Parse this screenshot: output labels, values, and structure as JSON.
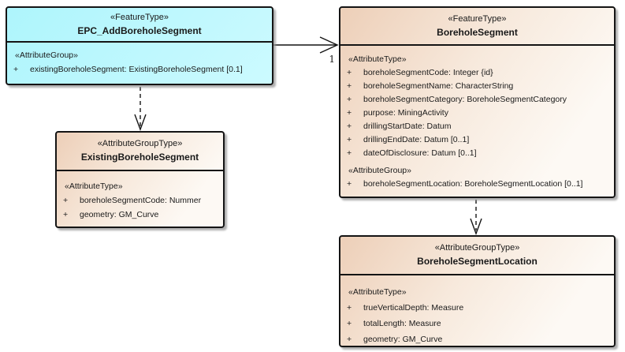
{
  "colors": {
    "border_color": "#141414",
    "cyan_fill_start": "#aef5fc",
    "cyan_fill_end": "#ccfaff",
    "tan_fill_start": "#edcfb8",
    "tan_fill_mid": "#f7e9dc",
    "tan_fill_end": "#fdf9f4"
  },
  "boxes": [
    {
      "stereotype": "«FeatureType»",
      "name": "EPC_AddBoreholeSegment",
      "rows": [
        {
          "vis": "",
          "text": "«AttributeGroup»"
        },
        {
          "vis": "+",
          "text": "existingBoreholeSegment: ExistingBoreholeSegment [0.1]"
        }
      ]
    },
    {
      "stereotype": "«FeatureType»",
      "name": "BoreholeSegment",
      "rows": [
        {
          "vis": "",
          "text": "«AttributeType»"
        },
        {
          "vis": "+",
          "text": "boreholeSegmentCode: Integer {id}"
        },
        {
          "vis": "+",
          "text": "boreholeSegmentName: CharacterString"
        },
        {
          "vis": "+",
          "text": "boreholeSegmentCategory: BoreholeSegmentCategory"
        },
        {
          "vis": "+",
          "text": "purpose: MiningActivity"
        },
        {
          "vis": "+",
          "text": "drillingStartDate: Datum"
        },
        {
          "vis": "+",
          "text": "drillingEndDate: Datum [0..1]"
        },
        {
          "vis": "+",
          "text": "dateOfDisclosure: Datum [0..1]"
        },
        {
          "vis": "",
          "text": "«AttributeGroup»"
        },
        {
          "vis": "+",
          "text": "boreholeSegmentLocation: BoreholeSegmentLocation [0..1]"
        }
      ]
    },
    {
      "stereotype": "«AttributeGroupType»",
      "name": "ExistingBoreholeSegment",
      "rows": [
        {
          "vis": "",
          "text": "«AttributeType»"
        },
        {
          "vis": "+",
          "text": "boreholeSegmentCode: Nummer"
        },
        {
          "vis": "+",
          "text": "geometry: GM_Curve"
        }
      ]
    },
    {
      "stereotype": "«AttributeGroupType»",
      "name": "BoreholeSegmentLocation",
      "rows": [
        {
          "vis": "",
          "text": "«AttributeType»"
        },
        {
          "vis": "+",
          "text": "trueVerticalDepth: Measure"
        },
        {
          "vis": "+",
          "text": "totalLength: Measure"
        },
        {
          "vis": "+",
          "text": "geometry: GM_Curve"
        }
      ]
    }
  ],
  "connector": {
    "multiplicity": "1"
  }
}
